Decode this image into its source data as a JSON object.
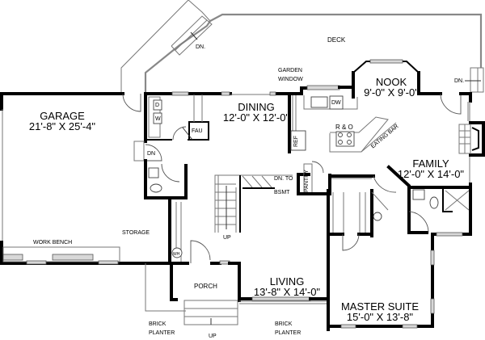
{
  "plan": {
    "rooms": [
      {
        "id": "garage",
        "name": "GARAGE",
        "size": "21'-8\" X 25'-4\""
      },
      {
        "id": "dining",
        "name": "DINING",
        "size": "12'-0\" X 12'-0\""
      },
      {
        "id": "nook",
        "name": "NOOK",
        "size": "9'-0\" X 9'-0\""
      },
      {
        "id": "family",
        "name": "FAMILY",
        "size": "12'-0\" X 14'-0\""
      },
      {
        "id": "living",
        "name": "LIVING",
        "size": "13'-8\" X 14'-0\""
      },
      {
        "id": "master",
        "name": "MASTER SUITE",
        "size": "15'-0\" X 13'-8\""
      }
    ],
    "labels": {
      "deck": "DECK",
      "garden_window_1": "GARDEN",
      "garden_window_2": "WINDOW",
      "dn_deck_stair": "DN.",
      "dn_right": "DN.",
      "dn_mud": "DN",
      "dn_bsmt_1": "DN. TO",
      "dn_bsmt_2": "BSMT",
      "up_stair": "UP",
      "up_porch": "UP",
      "storage": "STORAGE",
      "work_bench": "WORK BENCH",
      "porch": "PORCH",
      "brick_planter_left_1": "BRICK",
      "brick_planter_left_2": "PLANTER",
      "brick_planter_right_1": "BRICK",
      "brick_planter_right_2": "PLANTER",
      "pantry": "PANTRY",
      "eating_bar": "EATING BAR",
      "range_oven": "R & O",
      "ref": "REF",
      "dw": "DW",
      "fau": "FAU",
      "dryer": "D",
      "washer": "W",
      "water_heater": "WH"
    }
  }
}
